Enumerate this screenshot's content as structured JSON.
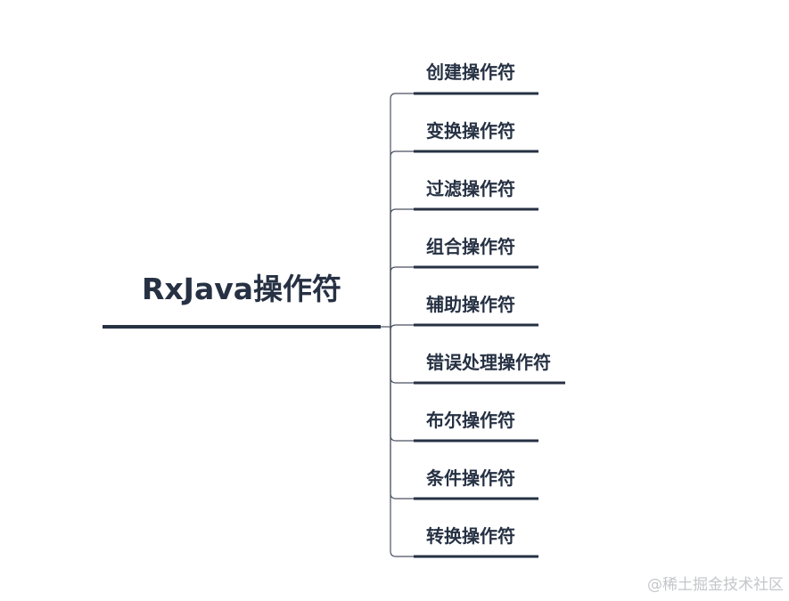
{
  "root": {
    "label": "RxJava操作符"
  },
  "branches": [
    {
      "label": "创建操作符"
    },
    {
      "label": "变换操作符"
    },
    {
      "label": "过滤操作符"
    },
    {
      "label": "组合操作符"
    },
    {
      "label": "辅助操作符"
    },
    {
      "label": "错误处理操作符"
    },
    {
      "label": "布尔操作符"
    },
    {
      "label": "条件操作符"
    },
    {
      "label": "转换操作符"
    }
  ],
  "watermark": "@稀土掘金技术社区",
  "colors": {
    "node_text": "#263143",
    "underline": "#263143",
    "connector": "#4a5260",
    "watermark": "#c4c6cb"
  }
}
